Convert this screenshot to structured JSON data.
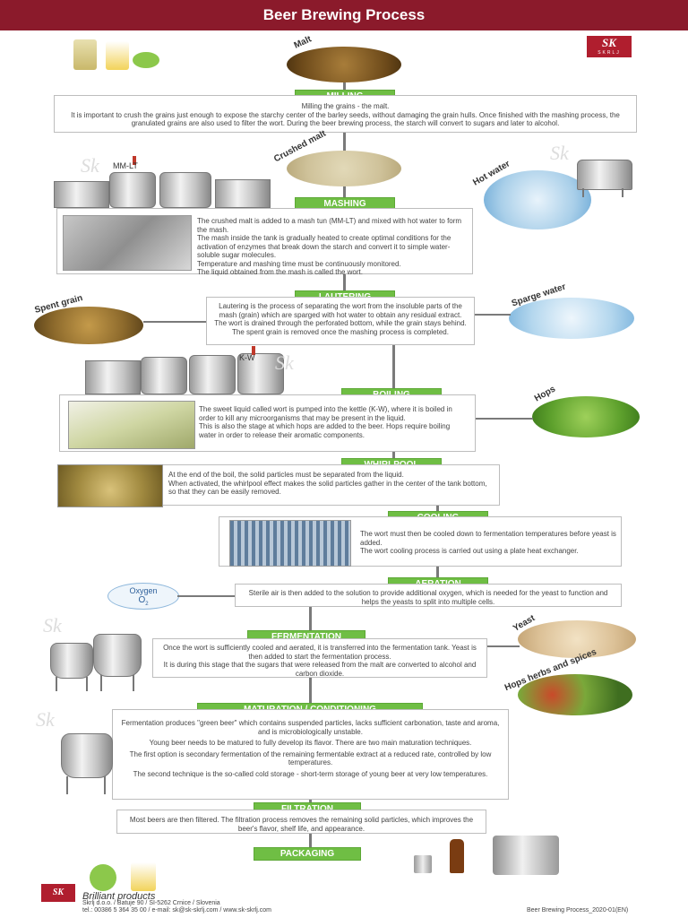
{
  "header": {
    "title": "Beer Brewing Process"
  },
  "logo": {
    "text": "SK",
    "sub": "SKRLJ"
  },
  "labels": {
    "malt": "Malt",
    "crushed_malt": "Crushed malt",
    "hot_water": "Hot water",
    "spent_grain": "Spent grain",
    "sparge_water": "Sparge water",
    "hops": "Hops",
    "yeast": "Yeast",
    "hops_herbs": "Hops herbs and spices",
    "oxygen": "Oxygen",
    "o2": "O",
    "o2_sub": "2",
    "mm_lt": "MM-LT",
    "k_w": "K-W"
  },
  "steps": {
    "milling": {
      "title": "MILLING",
      "lines": [
        "Milling the grains - the malt.",
        "It is important to crush the grains just enough to expose the starchy center of the barley seeds, without damaging the grain hulls. Once finished with the mashing process, the granulated grains are also used to filter the wort. During the beer brewing process, the starch will convert to sugars and later to alcohol."
      ]
    },
    "mashing": {
      "title": "MASHING",
      "lines": [
        "The crushed malt is added to a mash tun (MM-LT) and mixed with hot water to form the mash.",
        "The mash inside the tank is gradually heated to create optimal conditions for the activation of enzymes that break down the starch and convert it to simple water-soluble sugar molecules.",
        "Temperature and mashing time must be continuously monitored.",
        "The liquid obtained from the mash is called the wort."
      ]
    },
    "lautering": {
      "title": "LAUTERING",
      "lines": [
        "Lautering is the process of separating the wort from the insoluble parts of the mash (grain) which are sparged with hot water to obtain any residual extract. The wort is drained through the perforated bottom, while the grain stays behind.",
        "The spent grain is removed once the mashing process is completed."
      ]
    },
    "boiling": {
      "title": "BOILING",
      "lines": [
        "The sweet liquid called wort is pumped into the kettle (K-W), where it is boiled in order to kill any microorganisms that may be present in the liquid.",
        "This is also the stage at which hops are added to the beer. Hops require boiling water in order to release their aromatic components."
      ]
    },
    "whirlpool": {
      "title": "WHIRLPOOL",
      "lines": [
        "At the end of the boil, the solid particles must be separated from the liquid.",
        "When activated, the whirlpool effect makes the solid particles gather in the center of the tank bottom, so that they can be easily removed."
      ]
    },
    "cooling": {
      "title": "COOLING",
      "lines": [
        "The wort must then be cooled down to fermentation temperatures before yeast is added.",
        "The wort cooling process is carried out using a plate heat exchanger."
      ]
    },
    "aeration": {
      "title": "AERATION",
      "lines": [
        "Sterile air is then added to the solution to provide additional oxygen, which is needed for the yeast to function and helps the yeasts to split into multiple cells."
      ]
    },
    "fermentation": {
      "title": "FERMENTATION",
      "lines": [
        "Once the wort is sufficiently cooled and aerated, it is transferred into the fermentation tank. Yeast is then added to start the fermentation process.",
        "It is during this stage that the sugars that were released from the malt are converted to alcohol and carbon dioxide."
      ]
    },
    "maturation": {
      "title": "MATURATION / CONDITIONING",
      "lines": [
        "Fermentation produces \"green beer\" which contains suspended particles, lacks sufficient carbonation, taste and aroma, and is microbiologically unstable.",
        "Young beer needs to be matured to fully develop its flavor. There are two main maturation techniques.",
        "The first option is secondary fermentation of the remaining fermentable extract at a reduced rate, controlled by low temperatures.",
        "The second technique is the so-called cold storage - short-term storage of young beer at very low temperatures."
      ]
    },
    "filtration": {
      "title": "FILTRATION",
      "lines": [
        "Most beers are then filtered. The filtration process removes the remaining solid particles, which improves the beer's flavor, shelf life, and appearance."
      ]
    },
    "packaging": {
      "title": "PACKAGING"
    }
  },
  "footer": {
    "tagline": "Brilliant products",
    "address": "Skrlj d.o.o. / Batuje 90 / SI-5262 Crnice / Slovenia",
    "contact": "tel.: 00386 5 364 35 00 / e-mail: sk@sk-skrlj.com / www.sk-skrlj.com",
    "doc_id": "Beer Brewing Process_2020-01(EN)"
  },
  "colors": {
    "header": "#8b1a2b",
    "step": "#6fbe44",
    "arrow": "#7a7a7a"
  }
}
